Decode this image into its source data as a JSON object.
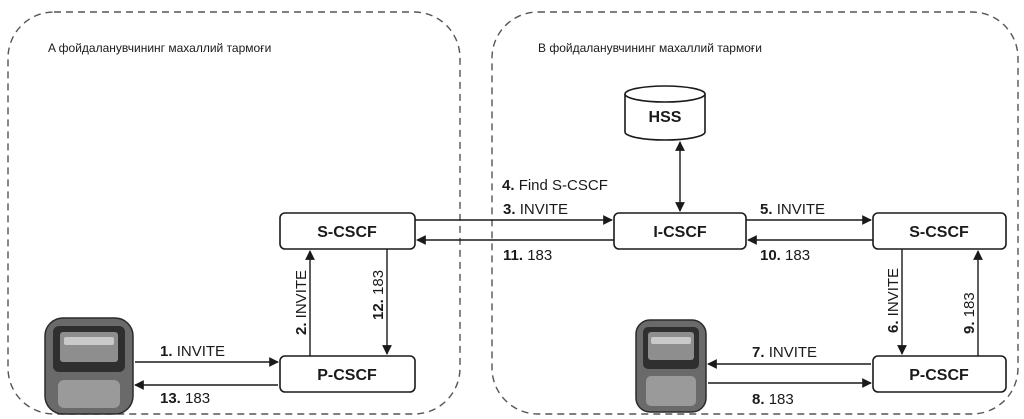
{
  "networks": {
    "a_title": "A фойдаланувчининг махаллий тармоғи",
    "b_title": "B фойдаланувчининг махаллий тармоғи"
  },
  "nodes": {
    "hss": "HSS",
    "s_cscf_a": "S-CSCF",
    "p_cscf_a": "P-CSCF",
    "i_cscf": "I-CSCF",
    "s_cscf_b": "S-CSCF",
    "p_cscf_b": "P-CSCF"
  },
  "messages": {
    "m1": {
      "num": "1.",
      "text": "INVITE"
    },
    "m2": {
      "num": "2.",
      "text": "INVITE"
    },
    "m3": {
      "num": "3.",
      "text": "INVITE"
    },
    "m4": {
      "num": "4.",
      "text": "Find S-CSCF"
    },
    "m5": {
      "num": "5.",
      "text": "INVITE"
    },
    "m6": {
      "num": "6.",
      "text": "INVITE"
    },
    "m7": {
      "num": "7.",
      "text": "INVITE"
    },
    "m8": {
      "num": "8.",
      "text": "183"
    },
    "m9": {
      "num": "9.",
      "text": "183"
    },
    "m10": {
      "num": "10.",
      "text": "183"
    },
    "m11": {
      "num": "11.",
      "text": "183"
    },
    "m12": {
      "num": "12.",
      "text": "183"
    },
    "m13": {
      "num": "13.",
      "text": "183"
    }
  },
  "icons": {
    "phone_a": "mobile-phone-icon",
    "phone_b": "mobile-phone-icon",
    "hss_db": "database-icon"
  }
}
